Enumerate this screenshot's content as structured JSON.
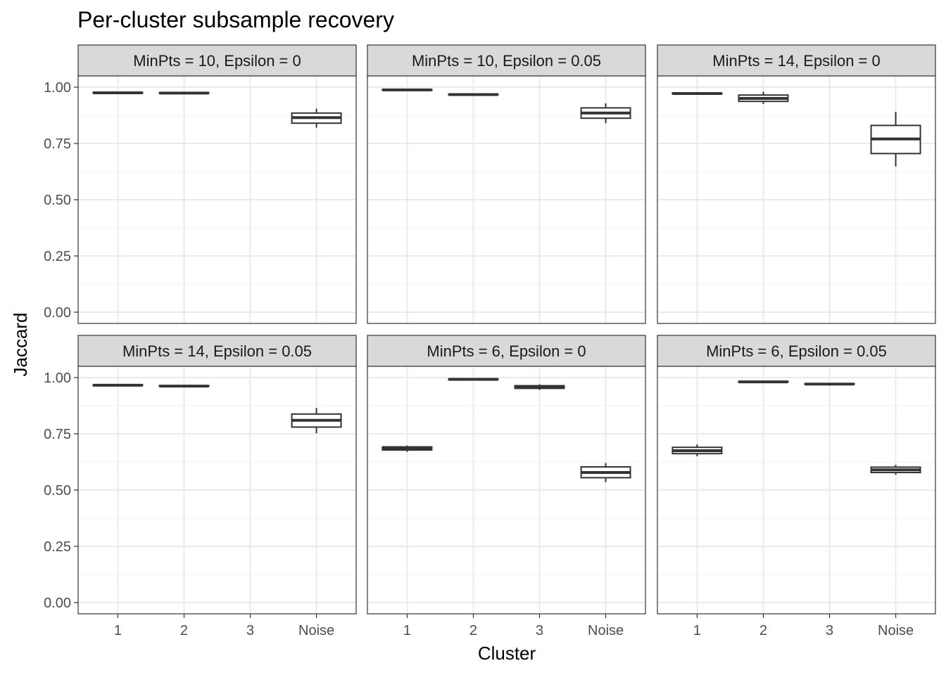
{
  "chart_data": {
    "type": "boxplot",
    "title": "Per-cluster subsample recovery",
    "xlabel": "Cluster",
    "ylabel": "Jaccard",
    "categories": [
      "1",
      "2",
      "3",
      "Noise"
    ],
    "ylim": [
      -0.05,
      1.05
    ],
    "yticks": [
      "0.00",
      "0.25",
      "0.50",
      "0.75",
      "1.00"
    ],
    "yticks_values": [
      0,
      0.25,
      0.5,
      0.75,
      1
    ],
    "grid": true,
    "facet_layout": "2x3",
    "panels": [
      {
        "title": "MinPts = 10, Epsilon = 0",
        "boxes": [
          {
            "cluster": "1",
            "min": 0.973,
            "q1": 0.974,
            "median": 0.975,
            "q3": 0.977,
            "max": 0.978
          },
          {
            "cluster": "2",
            "min": 0.972,
            "q1": 0.973,
            "median": 0.974,
            "q3": 0.976,
            "max": 0.977
          },
          {
            "cluster": "Noise",
            "min": 0.82,
            "q1": 0.84,
            "median": 0.865,
            "q3": 0.885,
            "max": 0.905
          }
        ]
      },
      {
        "title": "MinPts = 10, Epsilon = 0.05",
        "boxes": [
          {
            "cluster": "1",
            "min": 0.986,
            "q1": 0.987,
            "median": 0.988,
            "q3": 0.99,
            "max": 0.991
          },
          {
            "cluster": "2",
            "min": 0.964,
            "q1": 0.966,
            "median": 0.967,
            "q3": 0.969,
            "max": 0.97
          },
          {
            "cluster": "Noise",
            "min": 0.84,
            "q1": 0.862,
            "median": 0.885,
            "q3": 0.908,
            "max": 0.928
          }
        ]
      },
      {
        "title": "MinPts = 14, Epsilon = 0",
        "boxes": [
          {
            "cluster": "1",
            "min": 0.969,
            "q1": 0.97,
            "median": 0.972,
            "q3": 0.974,
            "max": 0.975
          },
          {
            "cluster": "2",
            "min": 0.925,
            "q1": 0.937,
            "median": 0.95,
            "q3": 0.965,
            "max": 0.98
          },
          {
            "cluster": "Noise",
            "min": 0.648,
            "q1": 0.705,
            "median": 0.77,
            "q3": 0.83,
            "max": 0.89
          }
        ]
      },
      {
        "title": "MinPts = 14, Epsilon = 0.05",
        "boxes": [
          {
            "cluster": "1",
            "min": 0.964,
            "q1": 0.965,
            "median": 0.966,
            "q3": 0.968,
            "max": 0.969
          },
          {
            "cluster": "2",
            "min": 0.96,
            "q1": 0.961,
            "median": 0.962,
            "q3": 0.964,
            "max": 0.965
          },
          {
            "cluster": "Noise",
            "min": 0.752,
            "q1": 0.78,
            "median": 0.81,
            "q3": 0.838,
            "max": 0.865
          }
        ]
      },
      {
        "title": "MinPts = 6, Epsilon = 0",
        "boxes": [
          {
            "cluster": "1",
            "min": 0.67,
            "q1": 0.678,
            "median": 0.685,
            "q3": 0.692,
            "max": 0.698
          },
          {
            "cluster": "2",
            "min": 0.99,
            "q1": 0.991,
            "median": 0.992,
            "q3": 0.994,
            "max": 0.995
          },
          {
            "cluster": "3",
            "min": 0.945,
            "q1": 0.952,
            "median": 0.958,
            "q3": 0.964,
            "max": 0.97
          },
          {
            "cluster": "Noise",
            "min": 0.535,
            "q1": 0.555,
            "median": 0.578,
            "q3": 0.603,
            "max": 0.62
          }
        ]
      },
      {
        "title": "MinPts = 6, Epsilon = 0.05",
        "boxes": [
          {
            "cluster": "1",
            "min": 0.65,
            "q1": 0.662,
            "median": 0.675,
            "q3": 0.69,
            "max": 0.703
          },
          {
            "cluster": "2",
            "min": 0.979,
            "q1": 0.98,
            "median": 0.981,
            "q3": 0.983,
            "max": 0.984
          },
          {
            "cluster": "3",
            "min": 0.969,
            "q1": 0.97,
            "median": 0.971,
            "q3": 0.973,
            "max": 0.974
          },
          {
            "cluster": "Noise",
            "min": 0.568,
            "q1": 0.578,
            "median": 0.59,
            "q3": 0.602,
            "max": 0.612
          }
        ]
      }
    ]
  }
}
